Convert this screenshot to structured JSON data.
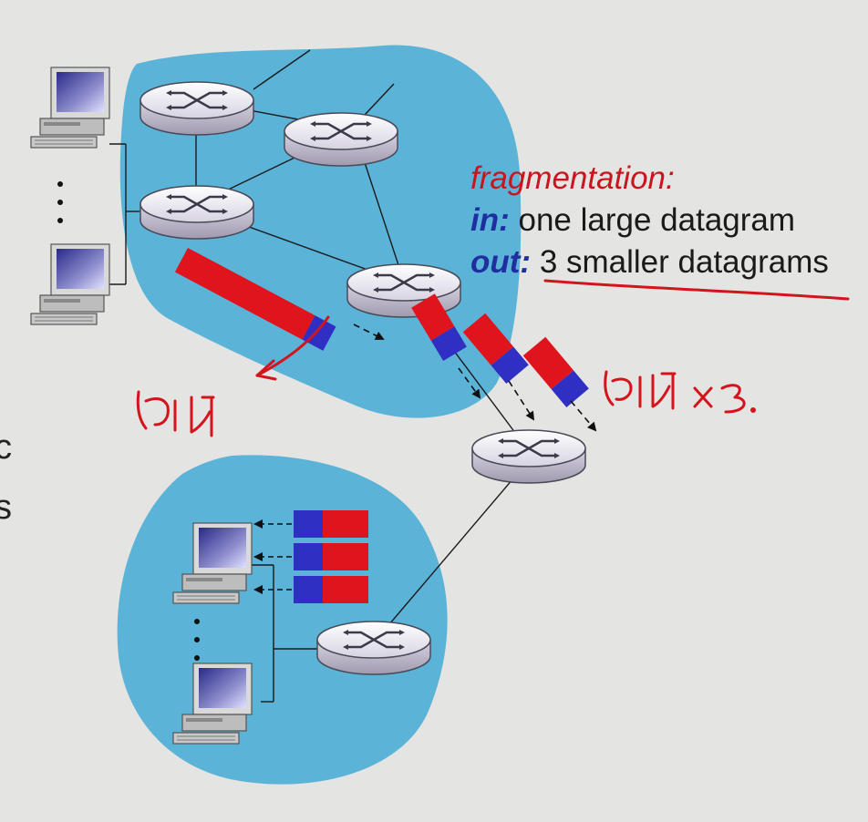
{
  "annotation": {
    "title": "fragmentation:",
    "in_label": "in:",
    "in_text": "one large datagram",
    "out_label": "out:",
    "out_text": "3 smaller datagrams"
  },
  "edge_text": [
    "c",
    "s"
  ],
  "colors": {
    "network_blob": "#5bb3d8",
    "fragment_header": "#2f2fc4",
    "fragment_payload": "#e0141c",
    "annotation_ink": "#d4141c",
    "keyword": "#1f2fa0",
    "background": "#e4e4e2"
  },
  "icons": [
    "router-icon",
    "desktop-computer-icon",
    "ellipsis-vertical-icon",
    "arrow-icon"
  ]
}
